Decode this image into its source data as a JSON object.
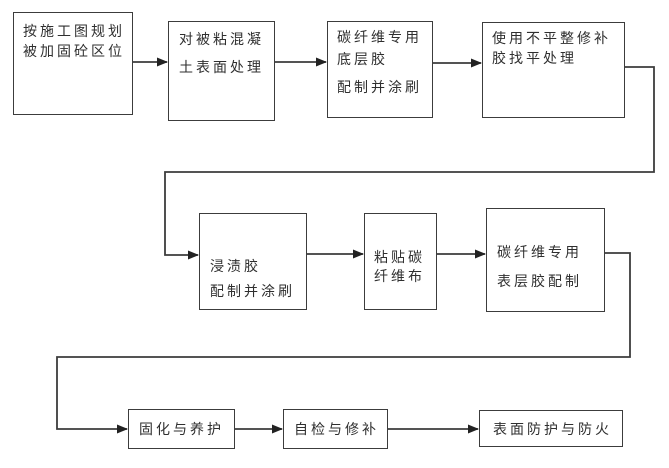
{
  "diagram": {
    "title": "CFRP reinforcement construction process flowchart",
    "background_color": "#ffffff",
    "line_color": "#3c3c3c",
    "text_color": "#2f2f2f",
    "nodes": [
      {
        "id": "plan-area",
        "lines": [
          "按施工图规划",
          "被加固砼区位"
        ]
      },
      {
        "id": "surface-treatment",
        "lines": [
          "对被粘混凝",
          "土表面处理"
        ]
      },
      {
        "id": "primer-coat",
        "lines": [
          "碳纤维专用",
          "底层胶",
          "配制并涂刷"
        ]
      },
      {
        "id": "leveling",
        "lines": [
          "使用不平整修补",
          "胶找平处理"
        ]
      },
      {
        "id": "impregnation-glue",
        "lines": [
          "浸渍胶",
          "配制并涂刷"
        ]
      },
      {
        "id": "paste-cfrp-sheet",
        "lines": [
          "粘贴碳",
          "纤维布"
        ]
      },
      {
        "id": "topcoat-glue",
        "lines": [
          "碳纤维专用",
          "表层胶配制"
        ]
      },
      {
        "id": "curing",
        "lines": [
          "固化与养护"
        ]
      },
      {
        "id": "self-inspection",
        "lines": [
          "自检与修补"
        ]
      },
      {
        "id": "surface-protection",
        "lines": [
          "表面防护与防火"
        ]
      }
    ],
    "edges": [
      {
        "from": "plan-area",
        "to": "surface-treatment"
      },
      {
        "from": "surface-treatment",
        "to": "primer-coat"
      },
      {
        "from": "primer-coat",
        "to": "leveling"
      },
      {
        "from": "leveling",
        "to": "impregnation-glue"
      },
      {
        "from": "impregnation-glue",
        "to": "paste-cfrp-sheet"
      },
      {
        "from": "paste-cfrp-sheet",
        "to": "topcoat-glue"
      },
      {
        "from": "topcoat-glue",
        "to": "curing"
      },
      {
        "from": "curing",
        "to": "self-inspection"
      },
      {
        "from": "self-inspection",
        "to": "surface-protection"
      }
    ]
  }
}
